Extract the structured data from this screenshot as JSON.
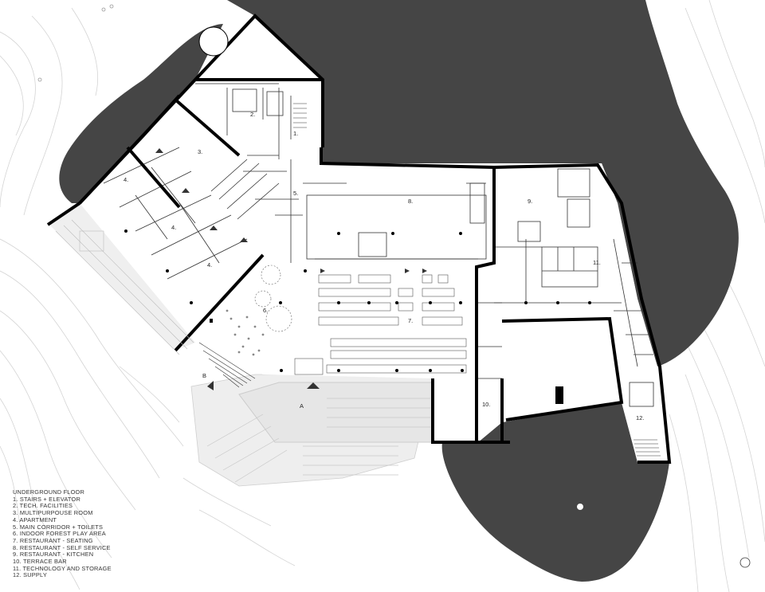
{
  "legend": {
    "title": "UNDERGROUND FLOOR",
    "items": [
      "1. STAIRS + ELEVATOR",
      "2. TECH. FACILITIES",
      "3. MULTIPURPOUSE ROOM",
      "4. APARTMENT",
      "5. MAIN CORRIDOR + TOILETS",
      "6. INDOOR FOREST PLAY AREA",
      "7. RESTAURANT - SEATING",
      "8. RESTAURANT - SELF SERVICE",
      "9. RESTAURANT - KITCHEN",
      "10. TERRACE BAR",
      "11. TECHNOLOGY AND STORAGE",
      "12. SUPPLY"
    ]
  },
  "room_labels": {
    "r1": "1.",
    "r2": "2.",
    "r3": "3.",
    "r4a": "4.",
    "r4b": "4.",
    "r4c": "4.",
    "r5": "5.",
    "r6": "6.",
    "r7": "7.",
    "r8": "8.",
    "r9": "9.",
    "r10": "10.",
    "r11": "11.",
    "r12": "12."
  },
  "section_marks": {
    "a": "A",
    "b": "B"
  },
  "colors": {
    "rock": "#454545",
    "wall": "#000000",
    "contour": "#d4d4d4",
    "terrace": "#dddddd"
  }
}
